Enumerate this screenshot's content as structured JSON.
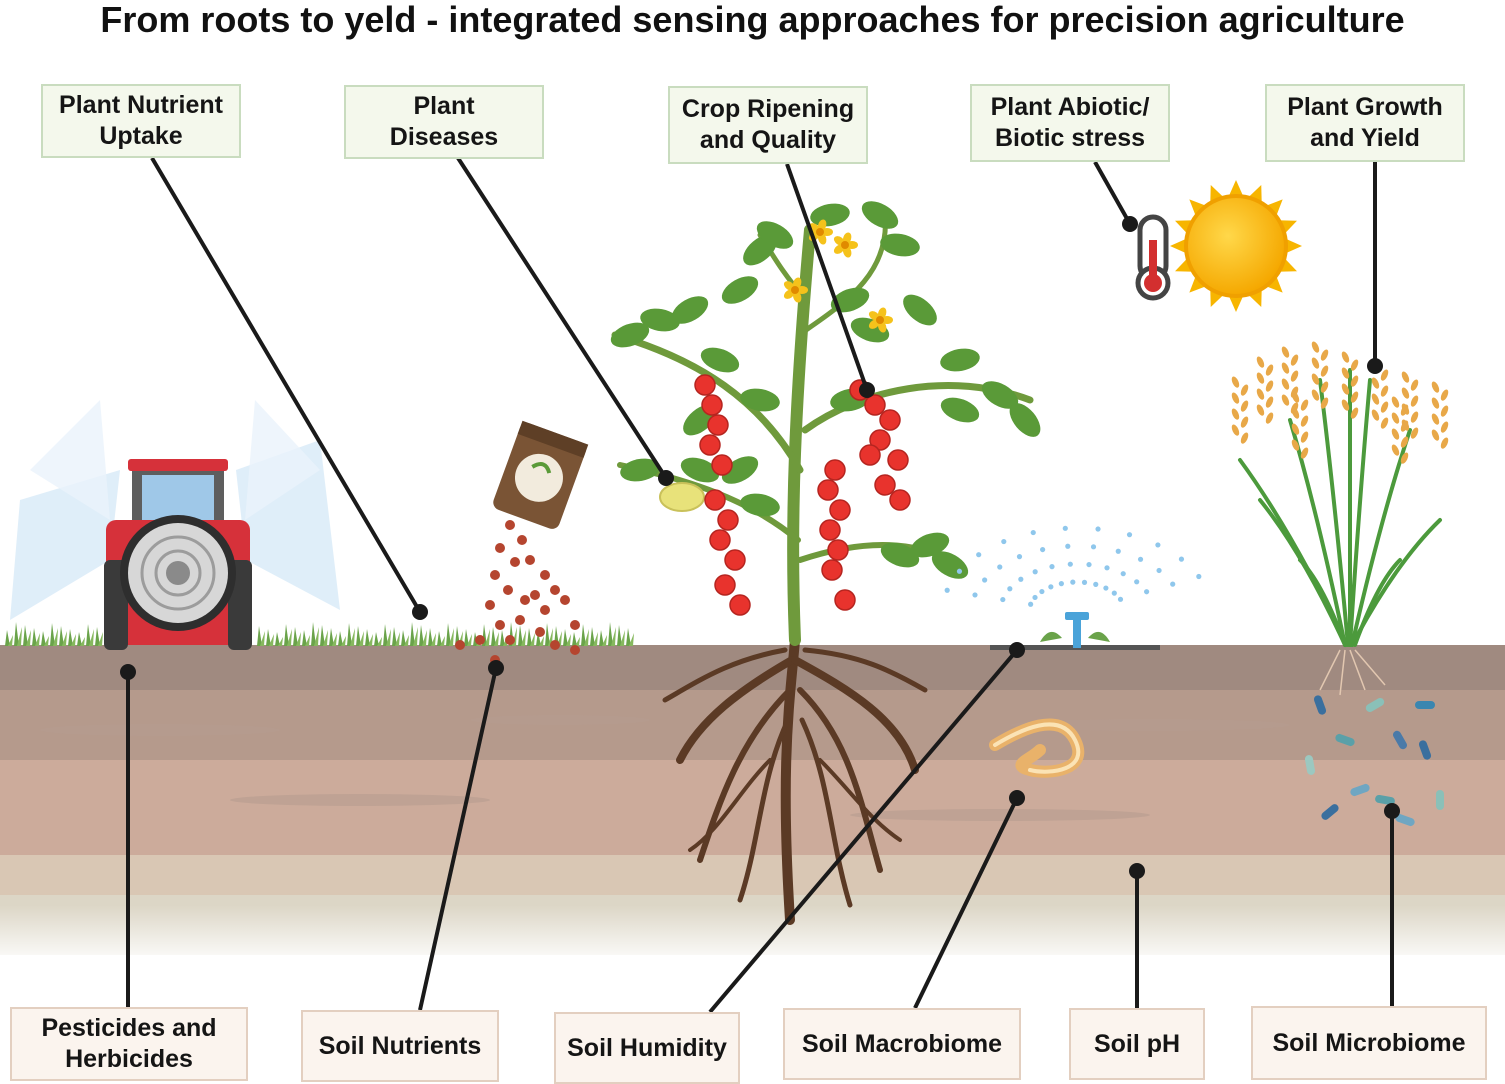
{
  "title": "From roots to yeld - integrated sensing approaches for precision agriculture",
  "top_labels": [
    {
      "id": "plant-nutrient-uptake",
      "text": "Plant Nutrient\nUptake"
    },
    {
      "id": "plant-diseases",
      "text": "Plant\nDiseases"
    },
    {
      "id": "crop-ripening-quality",
      "text": "Crop Ripening\nand Quality"
    },
    {
      "id": "plant-stress",
      "text": "Plant Abiotic/\nBiotic stress"
    },
    {
      "id": "plant-growth-yield",
      "text": "Plant Growth\nand Yield"
    }
  ],
  "bottom_labels": [
    {
      "id": "pesticides-herbicides",
      "text": "Pesticides and\nHerbicides"
    },
    {
      "id": "soil-nutrients",
      "text": "Soil Nutrients"
    },
    {
      "id": "soil-humidity",
      "text": "Soil Humidity"
    },
    {
      "id": "soil-macrobiome",
      "text": "Soil Macrobiome"
    },
    {
      "id": "soil-ph",
      "text": "Soil pH"
    },
    {
      "id": "soil-microbiome",
      "text": "Soil Microbiome"
    }
  ],
  "illustrations": [
    "tractor-icon",
    "fertilizer-bag-icon",
    "tomato-plant-icon",
    "thermometer-icon",
    "sun-icon",
    "sprinkler-icon",
    "rice-plant-icon",
    "earthworm-icon",
    "bacteria-icon"
  ],
  "colors": {
    "soil_top": "#a08a80",
    "soil_mid": "#ccab9b",
    "soil_bottom": "#dcd6c6",
    "leaf": "#5a9a38",
    "tomato": "#e8332d",
    "sun": "#f7b500",
    "connector": "#1a1a1a"
  }
}
